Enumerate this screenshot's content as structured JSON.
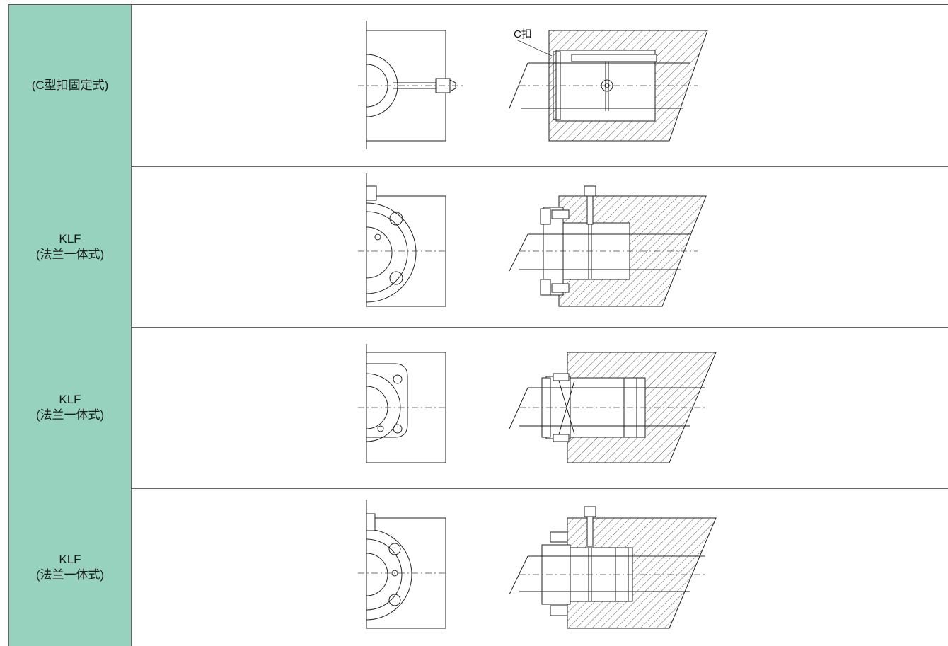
{
  "rows": [
    {
      "model": "",
      "type": "(C型扣固定式)",
      "callout": "C扣"
    },
    {
      "model": "KLF",
      "type": "(法兰一体式)"
    },
    {
      "model": "KLF",
      "type": "(法兰一体式)"
    },
    {
      "model": "KLF",
      "type": "(法兰一体式)"
    }
  ],
  "colors": {
    "label_bg": "#97d2be",
    "line": "#222222",
    "border": "#666666"
  }
}
